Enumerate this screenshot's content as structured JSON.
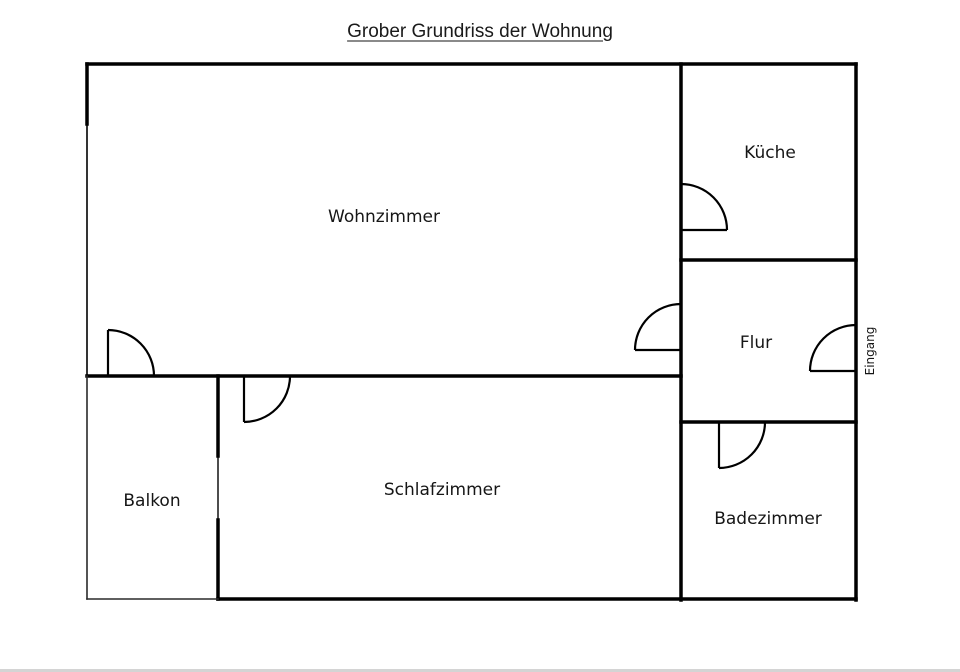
{
  "title": "Grober Grundriss der Wohnung",
  "rooms": {
    "wohnzimmer": "Wohnzimmer",
    "kueche": "Küche",
    "flur": "Flur",
    "balkon": "Balkon",
    "schlafzimmer": "Schlafzimmer",
    "badezimmer": "Badezimmer"
  },
  "entrance_label": "Eingang",
  "colors": {
    "wall": "#000000",
    "thin_wall": "#2a2a2a",
    "text": "#161616",
    "background": "#ffffff"
  }
}
